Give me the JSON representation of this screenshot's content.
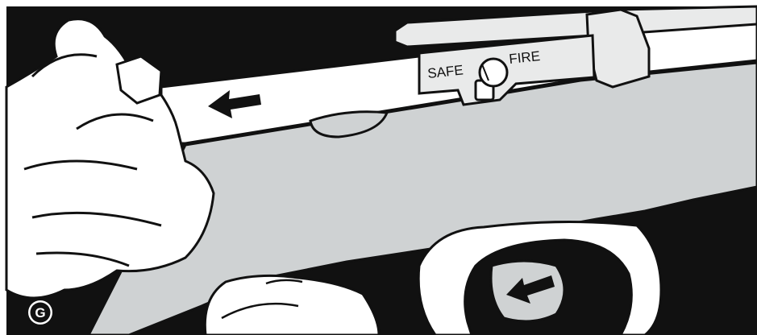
{
  "figure": {
    "safety_labels": {
      "safe": "SAFE",
      "fire": "FIRE"
    },
    "figure_letter": "G",
    "colors": {
      "background": "#111111",
      "stock": "#cfd2d3",
      "receiver": "#e9eaea",
      "hand": "#ffffff",
      "ink": "#111111"
    },
    "icons": [
      "arrow-left-icon",
      "arrow-left-icon"
    ]
  }
}
